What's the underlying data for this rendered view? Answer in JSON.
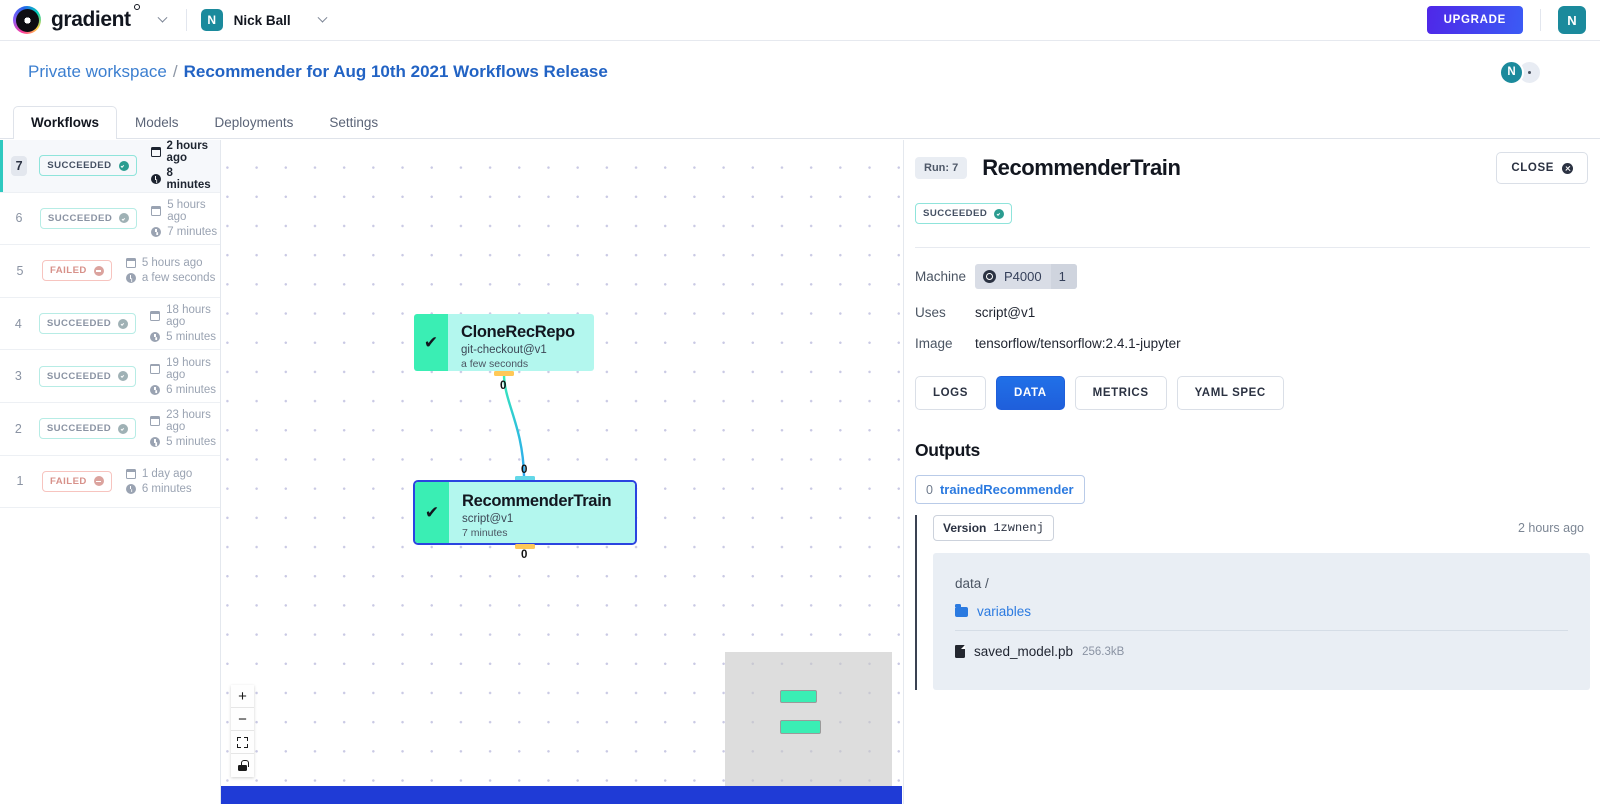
{
  "topbar": {
    "logo_text": "gradient",
    "logo_icon": "gradient-logo-icon",
    "workspace_caret_icon": "chevron-down-icon",
    "user_initial": "N",
    "user_name": "Nick Ball",
    "user_caret_icon": "chevron-down-icon",
    "upgrade_label": "UPGRADE",
    "account_initial": "N"
  },
  "breadcrumb": {
    "workspace": "Private workspace",
    "separator": "/",
    "current": "Recommender for Aug 10th 2021 Workflows Release",
    "avatar_initial": "N"
  },
  "tabs": [
    {
      "label": "Workflows",
      "active": true
    },
    {
      "label": "Models",
      "active": false
    },
    {
      "label": "Deployments",
      "active": false
    },
    {
      "label": "Settings",
      "active": false
    }
  ],
  "runs": [
    {
      "num": "7",
      "status": "SUCCEEDED",
      "when": "2 hours ago",
      "duration": "8 minutes",
      "active": true
    },
    {
      "num": "6",
      "status": "SUCCEEDED",
      "when": "5 hours ago",
      "duration": "7 minutes",
      "active": false
    },
    {
      "num": "5",
      "status": "FAILED",
      "when": "5 hours ago",
      "duration": "a few seconds",
      "active": false
    },
    {
      "num": "4",
      "status": "SUCCEEDED",
      "when": "18 hours ago",
      "duration": "5 minutes",
      "active": false
    },
    {
      "num": "3",
      "status": "SUCCEEDED",
      "when": "19 hours ago",
      "duration": "6 minutes",
      "active": false
    },
    {
      "num": "2",
      "status": "SUCCEEDED",
      "when": "23 hours ago",
      "duration": "5 minutes",
      "active": false
    },
    {
      "num": "1",
      "status": "FAILED",
      "when": "1 day ago",
      "duration": "6 minutes",
      "active": false
    }
  ],
  "graph": {
    "nodes": [
      {
        "title": "CloneRecRepo",
        "uses": "git-checkout@v1",
        "time": "a few seconds",
        "check": "✔",
        "selected": false
      },
      {
        "title": "RecommenderTrain",
        "uses": "script@v1",
        "time": "7 minutes",
        "check": "✔",
        "selected": true
      }
    ],
    "edge_labels": [
      "0",
      "0",
      "0"
    ],
    "controls": [
      {
        "name": "zoom-in",
        "glyph": "+"
      },
      {
        "name": "zoom-out",
        "glyph": "−"
      },
      {
        "name": "fit-view",
        "glyph": ""
      },
      {
        "name": "lock",
        "glyph": ""
      }
    ]
  },
  "detail": {
    "run_chip": "Run: 7",
    "title": "RecommenderTrain",
    "close_label": "CLOSE",
    "status": "SUCCEEDED",
    "machine_key": "Machine",
    "machine_name": "P4000",
    "machine_count": "1",
    "uses_key": "Uses",
    "uses_value": "script@v1",
    "image_key": "Image",
    "image_value": "tensorflow/tensorflow:2.4.1-jupyter",
    "tabs": [
      {
        "label": "LOGS",
        "selected": false
      },
      {
        "label": "DATA",
        "selected": true
      },
      {
        "label": "METRICS",
        "selected": false
      },
      {
        "label": "YAML SPEC",
        "selected": false
      }
    ],
    "outputs_heading": "Outputs",
    "output_index": "0",
    "output_name": "trainedRecommender",
    "version_label": "Version",
    "version_id": "1zwnenj",
    "version_time": "2 hours ago",
    "data_path": "data /",
    "files": [
      {
        "kind": "folder",
        "name": "variables",
        "size": ""
      },
      {
        "kind": "file",
        "name": "saved_model.pb",
        "size": "256.3kB"
      }
    ]
  },
  "colors": {
    "accent_teal": "#2ec9c0",
    "node_green": "#3aeeb4",
    "node_body": "#b3f7ee",
    "selected_blue": "#2b44e0",
    "primary_blue": "#1f5fdb",
    "link_blue": "#2b7ae0",
    "fail_red": "#c0392b"
  }
}
